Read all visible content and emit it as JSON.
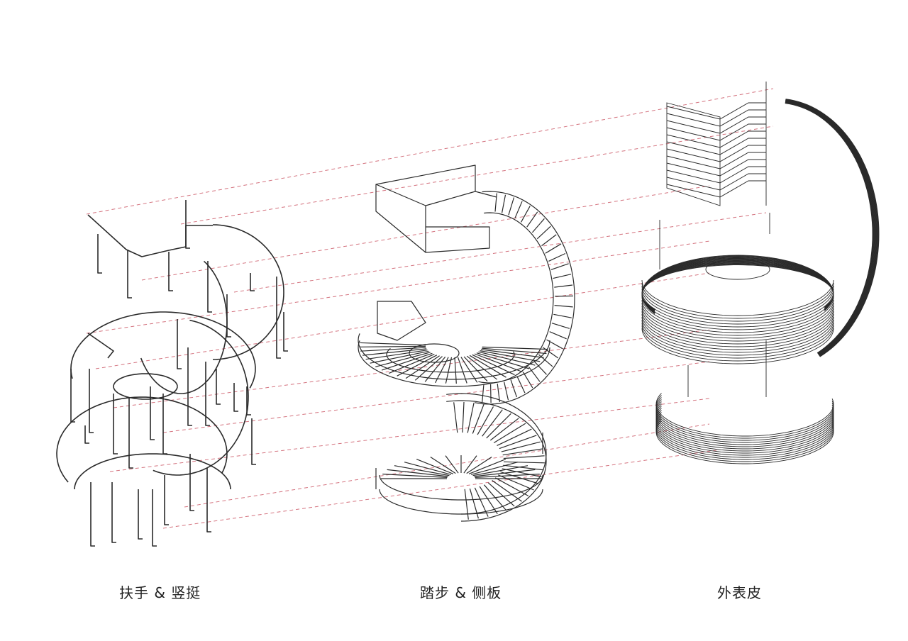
{
  "colors": {
    "background": "#ffffff",
    "linework": "#2a2a2a",
    "guide_dash": "#d4737f"
  },
  "panels": [
    {
      "id": "handrail",
      "label": "扶手 & 竖挺"
    },
    {
      "id": "treads",
      "label": "踏步 & 侧板"
    },
    {
      "id": "skin",
      "label": "外表皮"
    }
  ]
}
